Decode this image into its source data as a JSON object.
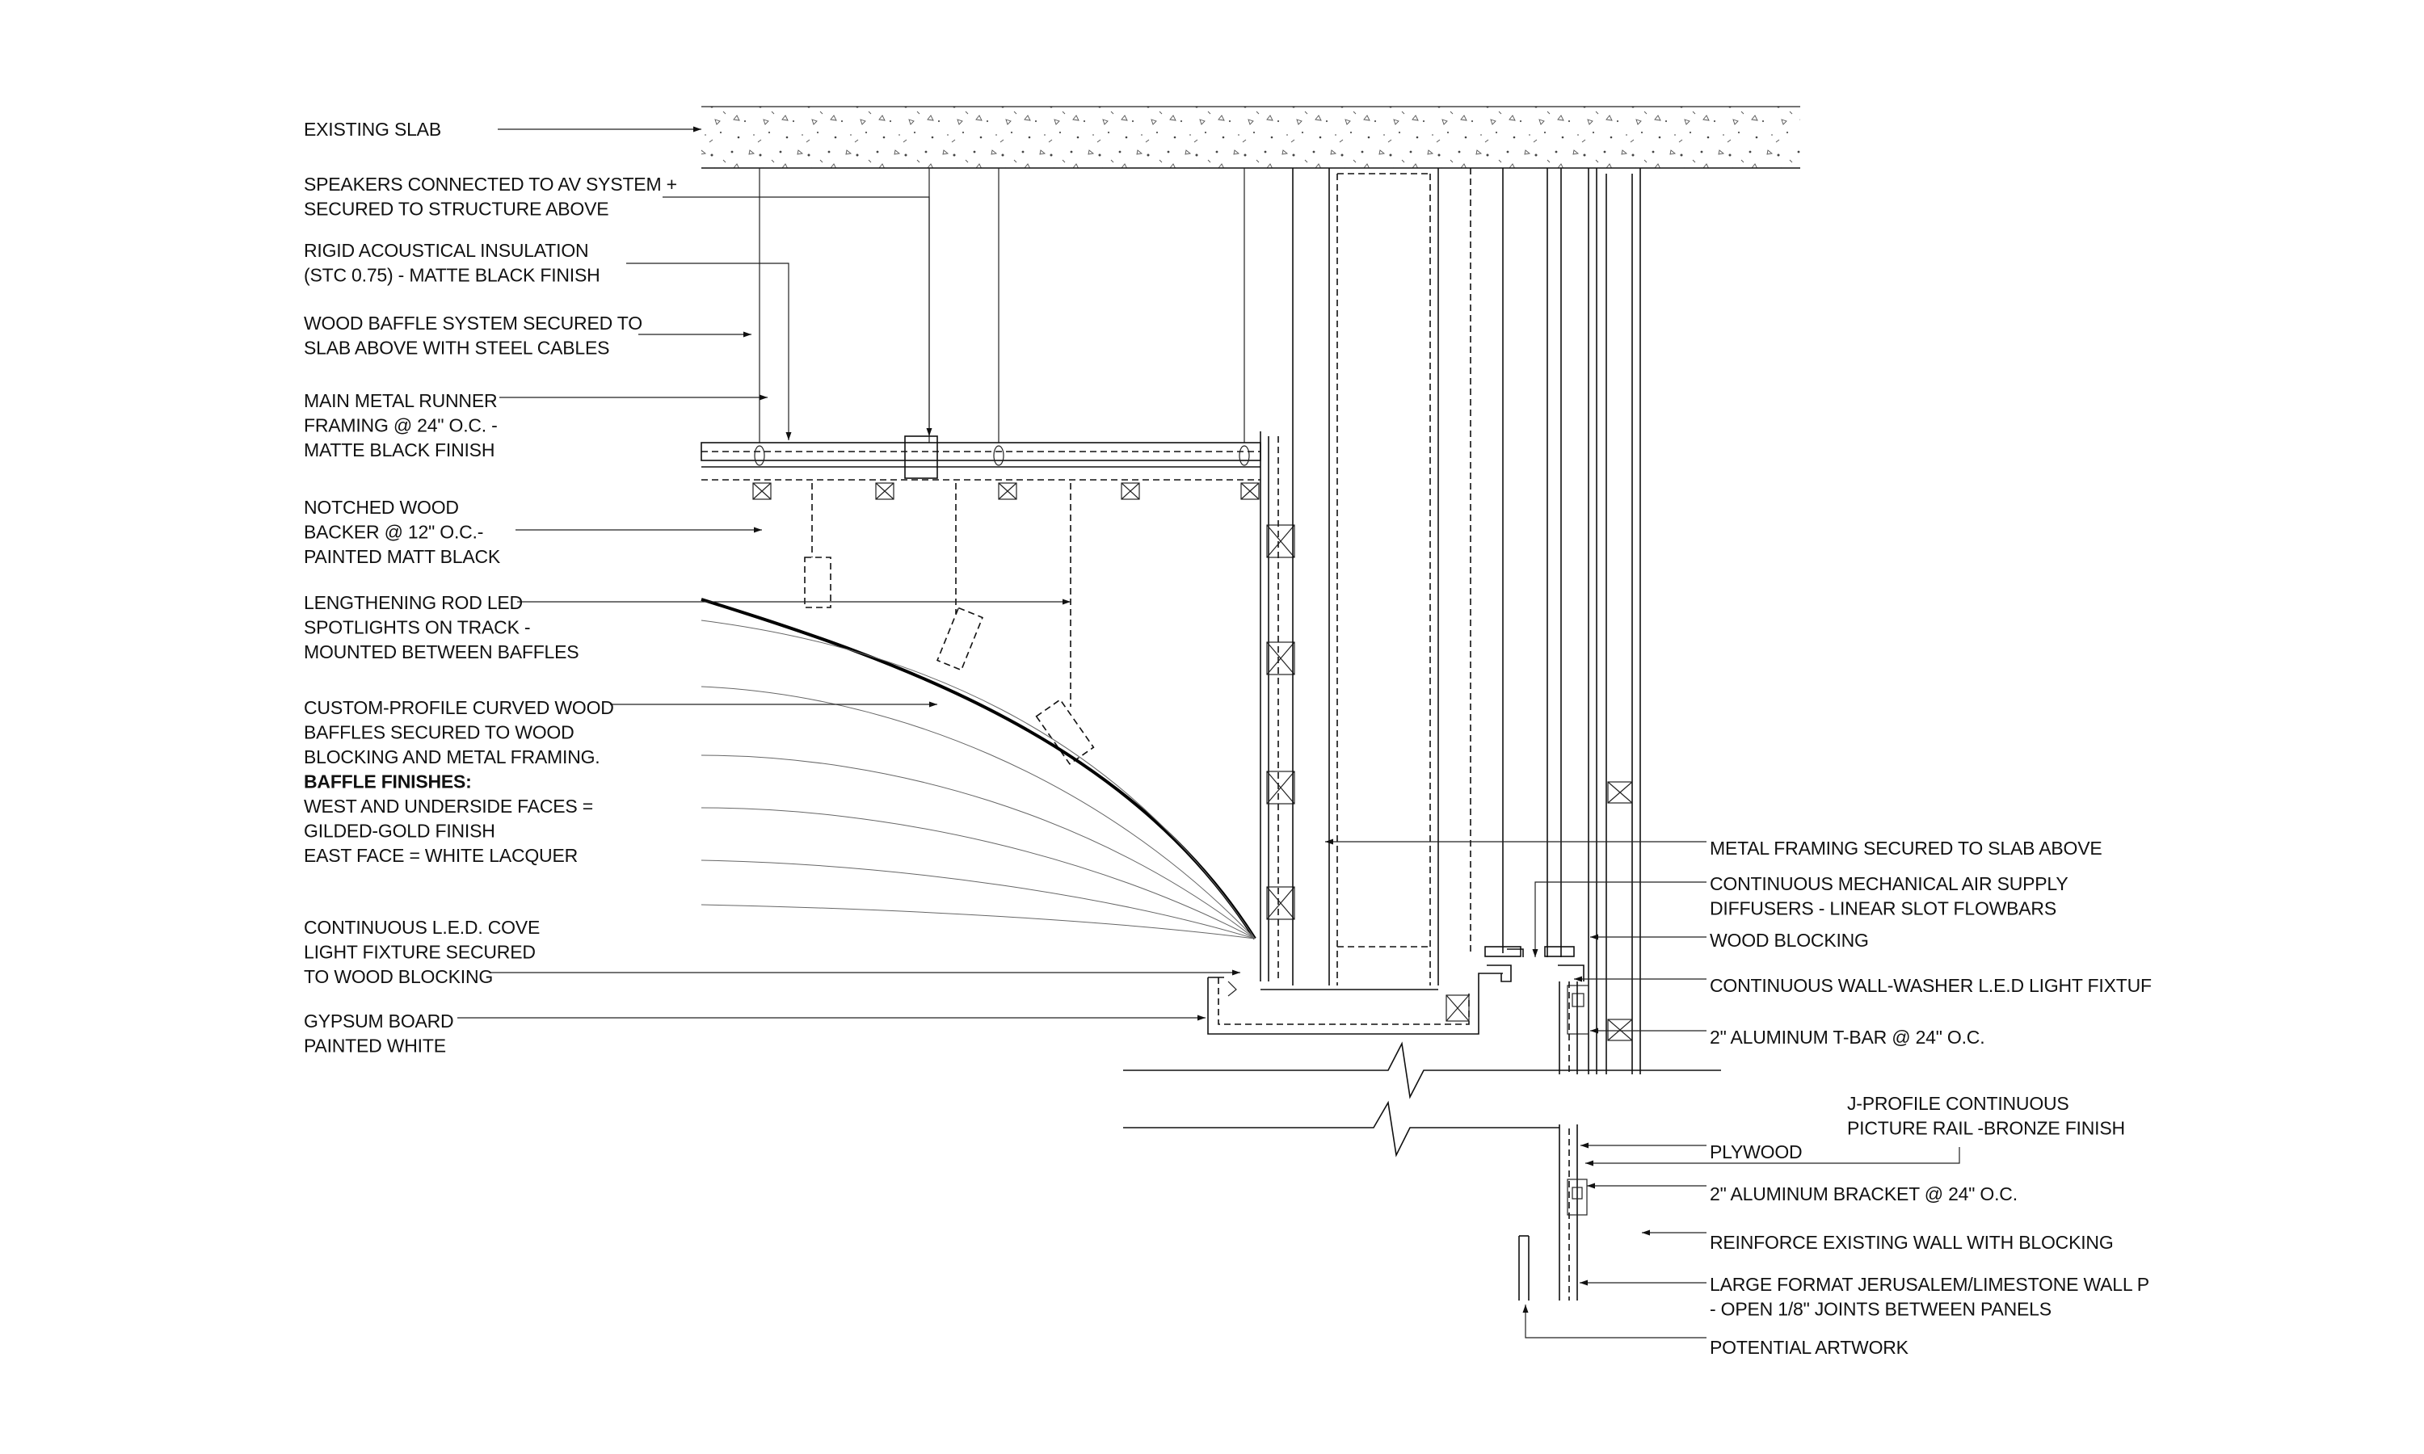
{
  "labels_left": [
    {
      "id": "existing-slab",
      "lines": [
        "EXISTING SLAB"
      ]
    },
    {
      "id": "speakers",
      "lines": [
        "SPEAKERS CONNECTED TO AV SYSTEM +",
        "SECURED TO STRUCTURE ABOVE"
      ]
    },
    {
      "id": "rigid-insulation",
      "lines": [
        "RIGID ACOUSTICAL INSULATION",
        "(STC 0.75) - MATTE BLACK FINISH"
      ]
    },
    {
      "id": "wood-baffle-system",
      "lines": [
        "WOOD BAFFLE SYSTEM SECURED TO",
        "SLAB ABOVE WITH STEEL CABLES"
      ]
    },
    {
      "id": "main-metal-runner",
      "lines": [
        "MAIN METAL RUNNER",
        "FRAMING @ 24\" O.C. -",
        "MATTE BLACK FINISH"
      ]
    },
    {
      "id": "notched-wood-backer",
      "lines": [
        "NOTCHED WOOD",
        "BACKER @ 12\" O.C.-",
        "PAINTED MATT BLACK"
      ]
    },
    {
      "id": "led-spotlights",
      "lines": [
        "LENGTHENING ROD LED",
        "SPOTLIGHTS ON TRACK -",
        "MOUNTED BETWEEN BAFFLES"
      ]
    },
    {
      "id": "curved-wood-baffles",
      "lines": [
        "CUSTOM-PROFILE CURVED WOOD",
        "BAFFLES SECURED TO WOOD",
        "BLOCKING AND METAL FRAMING.",
        "BAFFLE FINISHES:",
        "WEST AND UNDERSIDE FACES =",
        "GILDED-GOLD FINISH",
        "EAST FACE = WHITE LACQUER"
      ],
      "bold_line": 3
    },
    {
      "id": "led-cove",
      "lines": [
        "CONTINUOUS L.E.D. COVE",
        "LIGHT FIXTURE SECURED",
        "TO WOOD BLOCKING"
      ]
    },
    {
      "id": "gypsum-board",
      "lines": [
        "GYPSUM BOARD",
        "PAINTED WHITE"
      ]
    }
  ],
  "labels_right": [
    {
      "id": "metal-framing",
      "lines": [
        "METAL FRAMING SECURED TO SLAB ABOVE"
      ]
    },
    {
      "id": "air-supply",
      "lines": [
        "CONTINUOUS MECHANICAL AIR SUPPLY",
        "DIFFUSERS - LINEAR SLOT FLOWBARS"
      ]
    },
    {
      "id": "wood-blocking",
      "lines": [
        "WOOD BLOCKING"
      ]
    },
    {
      "id": "wall-washer",
      "lines": [
        "CONTINUOUS WALL-WASHER L.E.D LIGHT FIXTUF"
      ]
    },
    {
      "id": "aluminum-t-bar",
      "lines": [
        "2\" ALUMINUM T-BAR @ 24\" O.C."
      ]
    },
    {
      "id": "j-profile",
      "lines": [
        "J-PROFILE CONTINUOUS",
        "PICTURE RAIL -BRONZE FINISH"
      ]
    },
    {
      "id": "plywood",
      "lines": [
        "PLYWOOD"
      ]
    },
    {
      "id": "aluminum-bracket",
      "lines": [
        "2\" ALUMINUM BRACKET @ 24\" O.C."
      ]
    },
    {
      "id": "reinforce-wall",
      "lines": [
        "REINFORCE EXISTING WALL WITH BLOCKING"
      ]
    },
    {
      "id": "limestone-panels",
      "lines": [
        "LARGE FORMAT JERUSALEM/LIMESTONE WALL P",
        "- OPEN 1/8\" JOINTS BETWEEN PANELS"
      ]
    },
    {
      "id": "potential-artwork",
      "lines": [
        "POTENTIAL ARTWORK"
      ]
    }
  ],
  "colors": {
    "line": "#111111",
    "background": "#ffffff"
  }
}
